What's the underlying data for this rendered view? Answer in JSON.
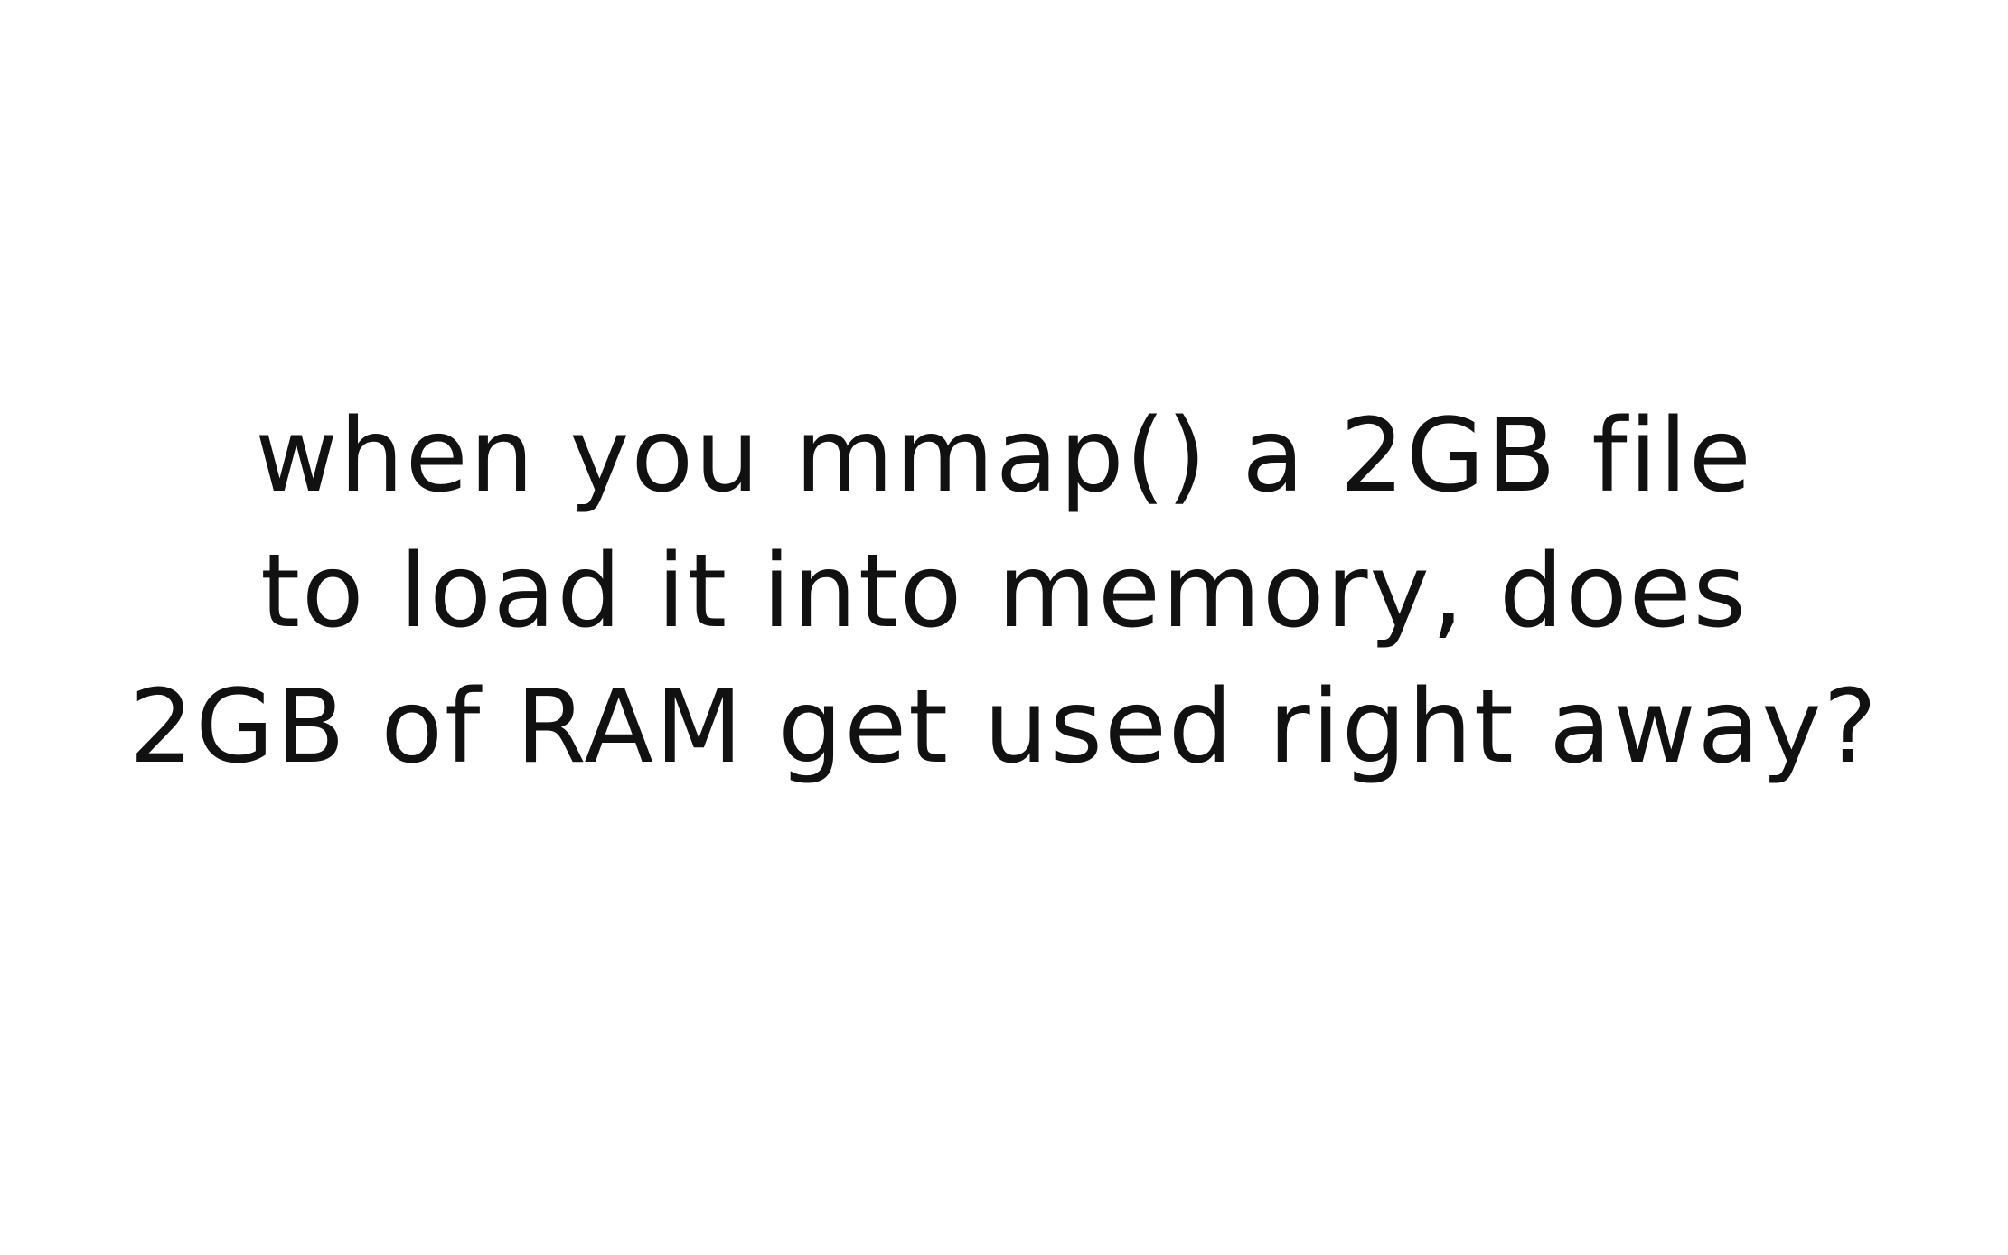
{
  "question": {
    "lines": [
      "when you mmap() a 2GB file",
      "to load it into memory, does",
      "2GB of RAM get used right away?"
    ]
  },
  "colors": {
    "background": "#ffffff",
    "text": "#111111"
  }
}
